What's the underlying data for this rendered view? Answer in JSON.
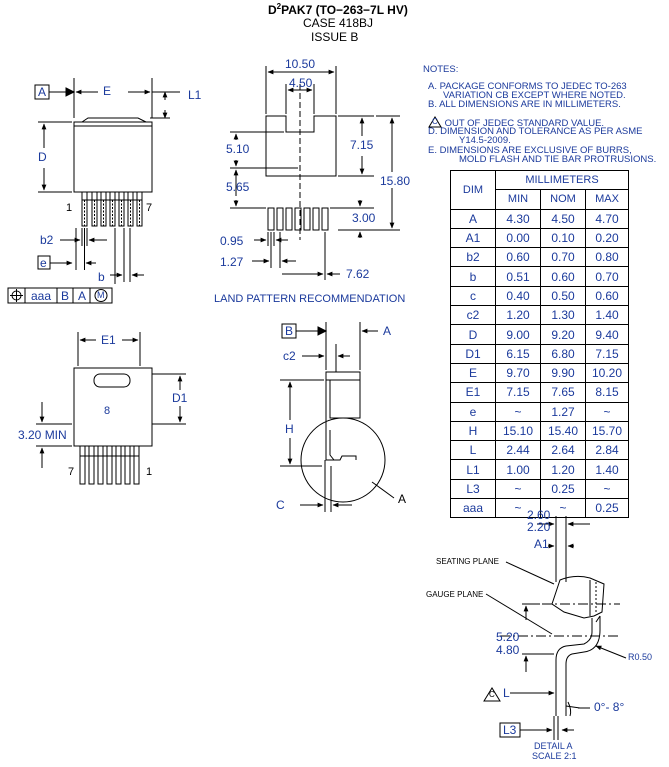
{
  "header": {
    "title_prefix": "D",
    "title_sup": "2",
    "title_rest": "PAK7 (TO−263−7L HV)",
    "case": "CASE 418BJ",
    "issue": "ISSUE B"
  },
  "notes": {
    "heading": "NOTES:",
    "a1": "A. PACKAGE CONFORMS TO JEDEC TO-263",
    "a2": "VARIATION CB EXCEPT WHERE NOTED.",
    "b": "B. ALL DIMENSIONS ARE IN MILLIMETERS.",
    "c_mark": "C",
    "c": "OUT OF JEDEC STANDARD VALUE.",
    "d1": "D. DIMENSION AND TOLERANCE AS PER ASME",
    "d2": "Y14.5-2009.",
    "e1": "E. DIMENSIONS ARE EXCLUSIVE OF BURRS,",
    "e2": "MOLD FLASH AND TIE BAR PROTRUSIONS."
  },
  "table": {
    "dim_header": "DIM",
    "group_header": "MILLIMETERS",
    "col_min": "MIN",
    "col_nom": "NOM",
    "col_max": "MAX",
    "rows": [
      [
        "A",
        "4.30",
        "4.50",
        "4.70"
      ],
      [
        "A1",
        "0.00",
        "0.10",
        "0.20"
      ],
      [
        "b2",
        "0.60",
        "0.70",
        "0.80"
      ],
      [
        "b",
        "0.51",
        "0.60",
        "0.70"
      ],
      [
        "c",
        "0.40",
        "0.50",
        "0.60"
      ],
      [
        "c2",
        "1.20",
        "1.30",
        "1.40"
      ],
      [
        "D",
        "9.00",
        "9.20",
        "9.40"
      ],
      [
        "D1",
        "6.15",
        "6.80",
        "7.15"
      ],
      [
        "E",
        "9.70",
        "9.90",
        "10.20"
      ],
      [
        "E1",
        "7.15",
        "7.65",
        "8.15"
      ],
      [
        "e",
        "~",
        "1.27",
        "~"
      ],
      [
        "H",
        "15.10",
        "15.40",
        "15.70"
      ],
      [
        "L",
        "2.44",
        "2.64",
        "2.84"
      ],
      [
        "L1",
        "1.00",
        "1.20",
        "1.40"
      ],
      [
        "L3",
        "~",
        "0.25",
        "~"
      ],
      [
        "aaa",
        "~",
        "~",
        "0.25"
      ]
    ]
  },
  "top_view": {
    "datum_a": "A",
    "label_e": "E",
    "label_l1": "L1",
    "label_d": "D",
    "pin1": "1",
    "pin7": "7",
    "label_b2": "b2",
    "datum_e": "e",
    "label_b": "b",
    "fcf_aaa": "aaa",
    "fcf_b": "B",
    "fcf_a": "A",
    "fcf_m": "M"
  },
  "land_pattern": {
    "d_10_50": "10.50",
    "d_4_50": "4.50",
    "d_5_10": "5.10",
    "d_7_15": "7.15",
    "d_15_80": "15.80",
    "d_5_65": "5.65",
    "d_3_00": "3.00",
    "d_0_95": "0.95",
    "d_1_27": "1.27",
    "d_7_62": "7.62",
    "caption": "LAND PATTERN RECOMMENDATION"
  },
  "bottom_view": {
    "label_e1": "E1",
    "label_d1": "D1",
    "pin8": "8",
    "label_320": "3.20 MIN",
    "pin7": "7",
    "pin1": "1"
  },
  "side_view": {
    "datum_b": "B",
    "label_a": "A",
    "label_c2": "c2",
    "label_h": "H",
    "label_c": "C",
    "detail_a": "A"
  },
  "detail": {
    "d_2_60": "2.60",
    "d_2_20": "2.20",
    "label_a1": "A1",
    "seating": "SEATING PLANE",
    "gauge": "GAUGE PLANE",
    "d_5_20": "5.20",
    "d_4_80": "4.80",
    "r050": "R0.50",
    "label_c_mark": "C",
    "label_l": "L",
    "angle": "0°- 8°",
    "label_l3": "L3",
    "caption1": "DETAIL A",
    "caption2": "SCALE 2:1"
  }
}
